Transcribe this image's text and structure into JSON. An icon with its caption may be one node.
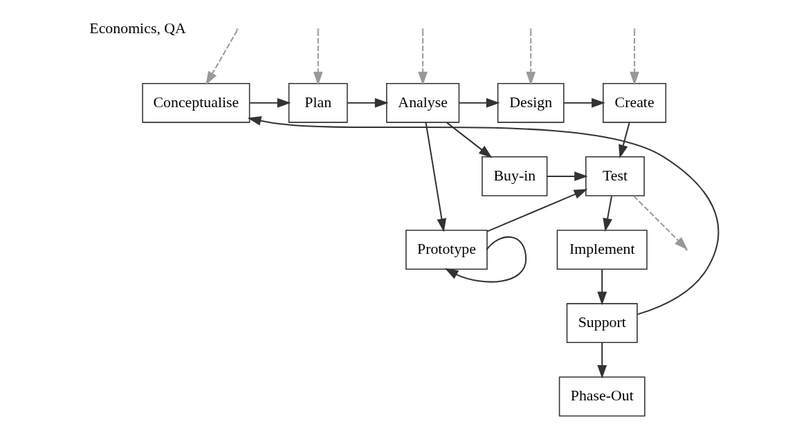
{
  "diagram": {
    "nodes": [
      {
        "text": [
          "Conceptualise"
        ]
      },
      {
        "text": [
          "Plan"
        ]
      },
      {
        "text": [
          "Analyse"
        ]
      },
      {
        "text": [
          "Design"
        ]
      },
      {
        "text": [
          "Create"
        ]
      },
      {
        "text": [
          "Buy-in"
        ]
      },
      {
        "text": [
          "Test"
        ]
      },
      {
        "text": [
          "Prototype"
        ]
      },
      {
        "text": [
          "Implement"
        ]
      },
      {
        "text": [
          "Support"
        ]
      },
      {
        "text": [
          "Phase-Out"
        ]
      }
    ],
    "edges": [
      {
        "from": 0,
        "to": 1,
        "arrow": "to"
      },
      {
        "from": 1,
        "to": 2,
        "arrow": "to"
      },
      {
        "from": 2,
        "to": 3,
        "arrow": "to"
      },
      {
        "from": 3,
        "to": 4,
        "arrow": "to"
      },
      {
        "from": 2,
        "to": 5,
        "arrow": "to"
      },
      {
        "from": 2,
        "to": 7,
        "arrow": "to"
      },
      {
        "from": 4,
        "to": 6,
        "arrow": "to"
      },
      {
        "from": 5,
        "to": 6,
        "arrow": "to"
      },
      {
        "from": 7,
        "to": 6,
        "arrow": "to"
      },
      {
        "from": 7,
        "to": 7,
        "arrow": "to"
      },
      {
        "from": 6,
        "to": 8,
        "arrow": "to"
      },
      {
        "from": 8,
        "to": 9,
        "arrow": "to"
      },
      {
        "from": 9,
        "to": 10,
        "arrow": "to"
      },
      {
        "from": 9,
        "to": 0,
        "arrow": "to"
      },
      {
        "from": null,
        "to": 0,
        "arrow": "to",
        "style": "dashed",
        "color": "#999999"
      },
      {
        "from": null,
        "to": 1,
        "arrow": "to",
        "style": "dashed",
        "color": "#999999"
      },
      {
        "from": null,
        "to": 2,
        "arrow": "to",
        "style": "dashed",
        "color": "#999999"
      },
      {
        "from": null,
        "to": 3,
        "arrow": "to",
        "style": "dashed",
        "color": "#999999"
      },
      {
        "from": null,
        "to": 4,
        "arrow": "to",
        "style": "dashed",
        "color": "#999999"
      },
      {
        "from": 6,
        "to": null,
        "arrow": "to",
        "style": "dashed",
        "color": "#999999"
      }
    ],
    "labels": [
      "Economics, QA"
    ]
  }
}
